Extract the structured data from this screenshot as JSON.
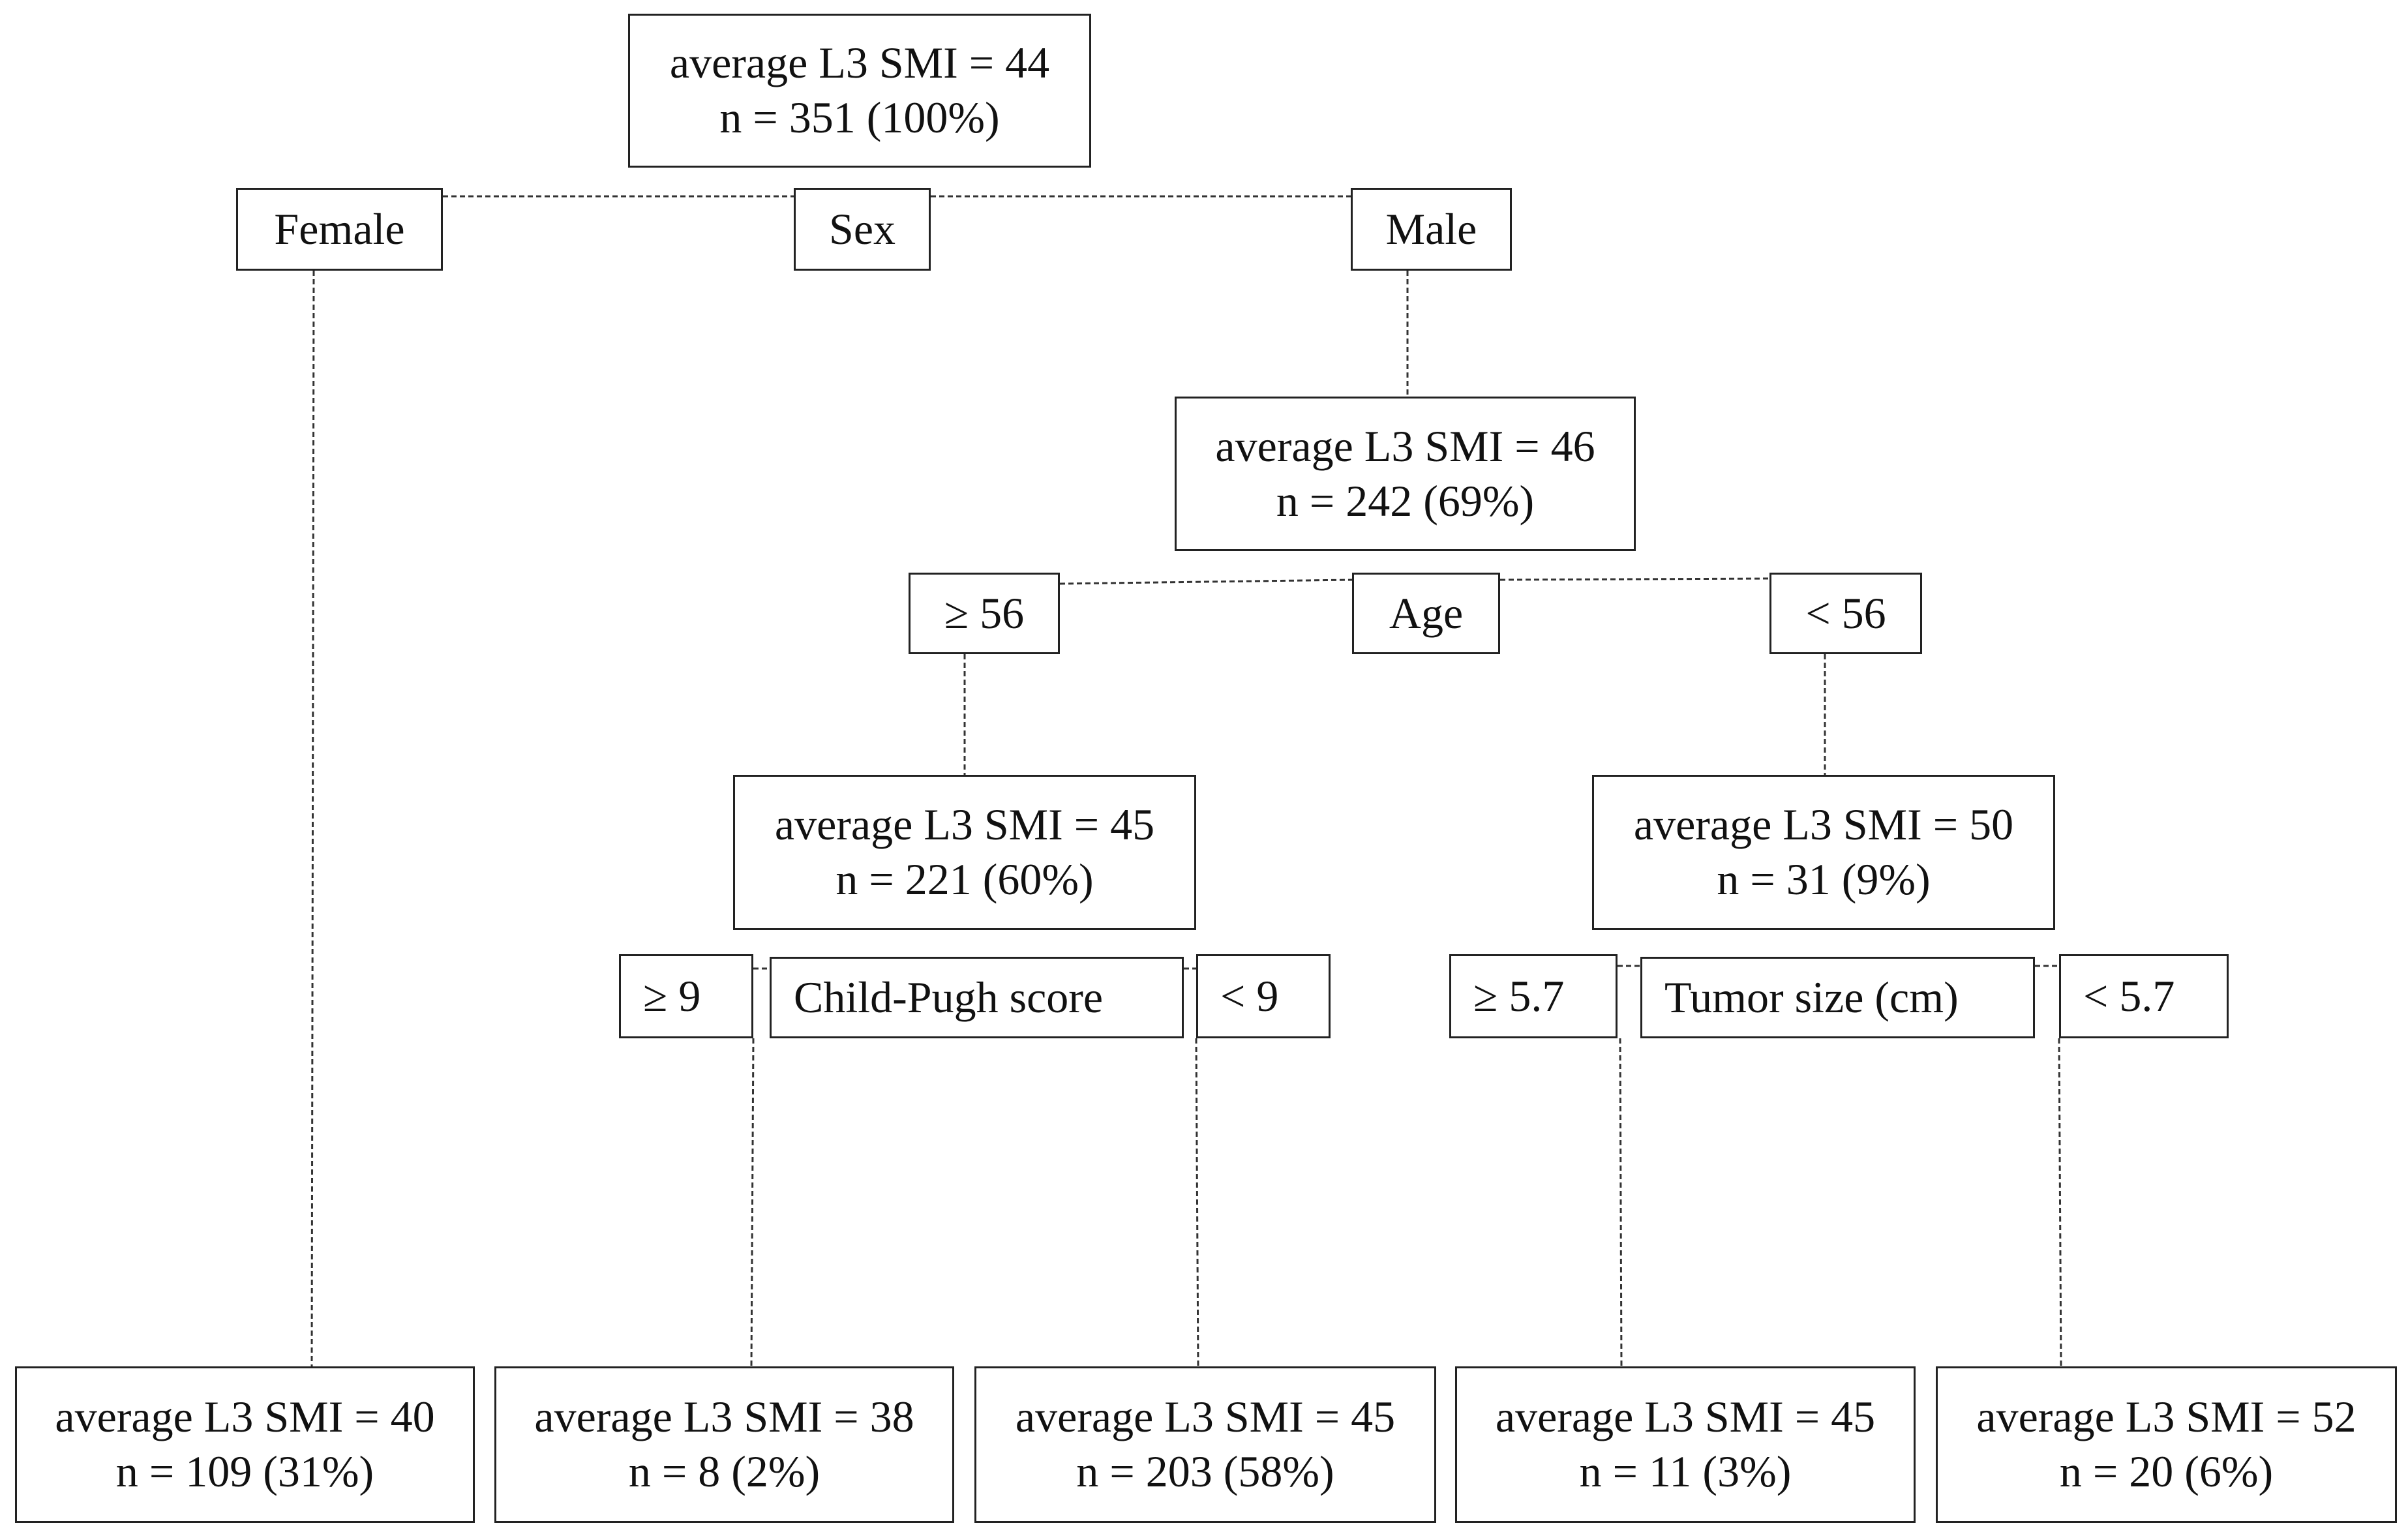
{
  "root": {
    "line1": "average L3 SMI = 44",
    "line2": "n = 351 (100%)"
  },
  "split_sex": {
    "label": "Sex",
    "left": "Female",
    "right": "Male"
  },
  "male": {
    "line1": "average L3 SMI = 46",
    "line2": "n = 242 (69%)"
  },
  "split_age": {
    "label": "Age",
    "left": "≥ 56",
    "right": "< 56"
  },
  "age_ge56": {
    "line1": "average L3 SMI = 45",
    "line2": "n = 221 (60%)"
  },
  "age_lt56": {
    "line1": "average L3 SMI = 50",
    "line2": "n = 31 (9%)"
  },
  "split_cp": {
    "label": "Child-Pugh score",
    "left": "≥ 9",
    "right": "< 9"
  },
  "split_tumor": {
    "label": "Tumor size (cm)",
    "left": "≥ 5.7",
    "right": "< 5.7"
  },
  "leaves": [
    {
      "line1": "average L3 SMI = 40",
      "line2": "n = 109 (31%)"
    },
    {
      "line1": "average L3 SMI = 38",
      "line2": "n = 8 (2%)"
    },
    {
      "line1": "average L3 SMI = 45",
      "line2": "n = 203 (58%)"
    },
    {
      "line1": "average L3 SMI = 45",
      "line2": "n = 11 (3%)"
    },
    {
      "line1": "average L3 SMI = 52",
      "line2": "n = 20 (6%)"
    }
  ]
}
